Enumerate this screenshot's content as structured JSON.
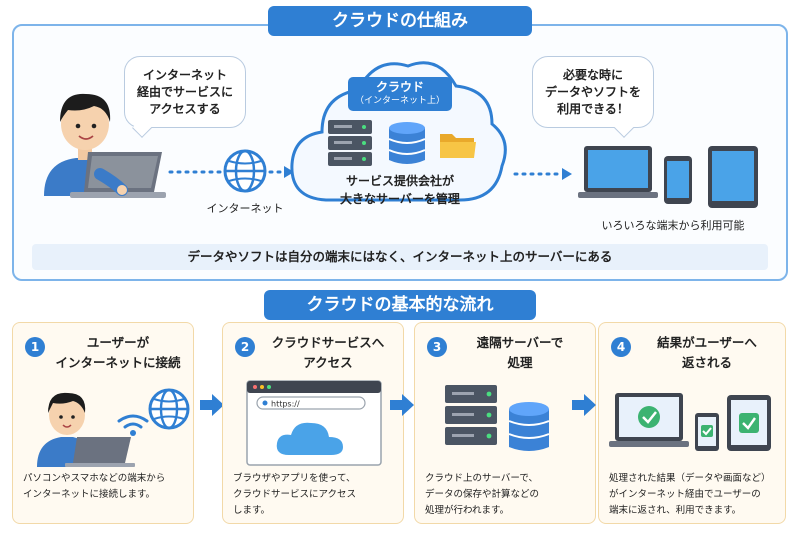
{
  "top_title": "クラウドの仕組み",
  "bubble_user": "インターネット\n経由でサービスに\nアクセスする",
  "internet_label": "インターネット",
  "cloud_title": "クラウド",
  "cloud_subtitle": "（インターネット上）",
  "cloud_caption": "サービス提供会社が\n大きなサーバーを管理",
  "bubble_devices": "必要な時に\nデータやソフトを\n利用できる！",
  "devices_label": "いろいろな端末から利用可能",
  "top_banner": "データやソフトは自分の端末にはなく、インターネット上のサーバーにある",
  "flow_title": "クラウドの基本的な流れ",
  "url_text": "https://",
  "colors": {
    "accent": "#2f7fd3",
    "card_bg": "#fffaf1",
    "check": "#3cb371"
  },
  "steps": [
    {
      "number": "1",
      "title": "ユーザーが\nインターネットに接続",
      "desc": "パソコンやスマホなどの端末から\nインターネットに接続します。"
    },
    {
      "number": "2",
      "title": "クラウドサービスへ\nアクセス",
      "desc": "ブラウザやアプリを使って、\nクラウドサービスにアクセス\nします。"
    },
    {
      "number": "3",
      "title": "遠隔サーバーで\n処理",
      "desc": "クラウド上のサーバーで、\nデータの保存や計算などの\n処理が行われます。"
    },
    {
      "number": "4",
      "title": "結果がユーザーへ\n返される",
      "desc": "処理された結果（データや画面など）\nがインターネット経由でユーザーの\n端末に返され、利用できます。"
    }
  ]
}
